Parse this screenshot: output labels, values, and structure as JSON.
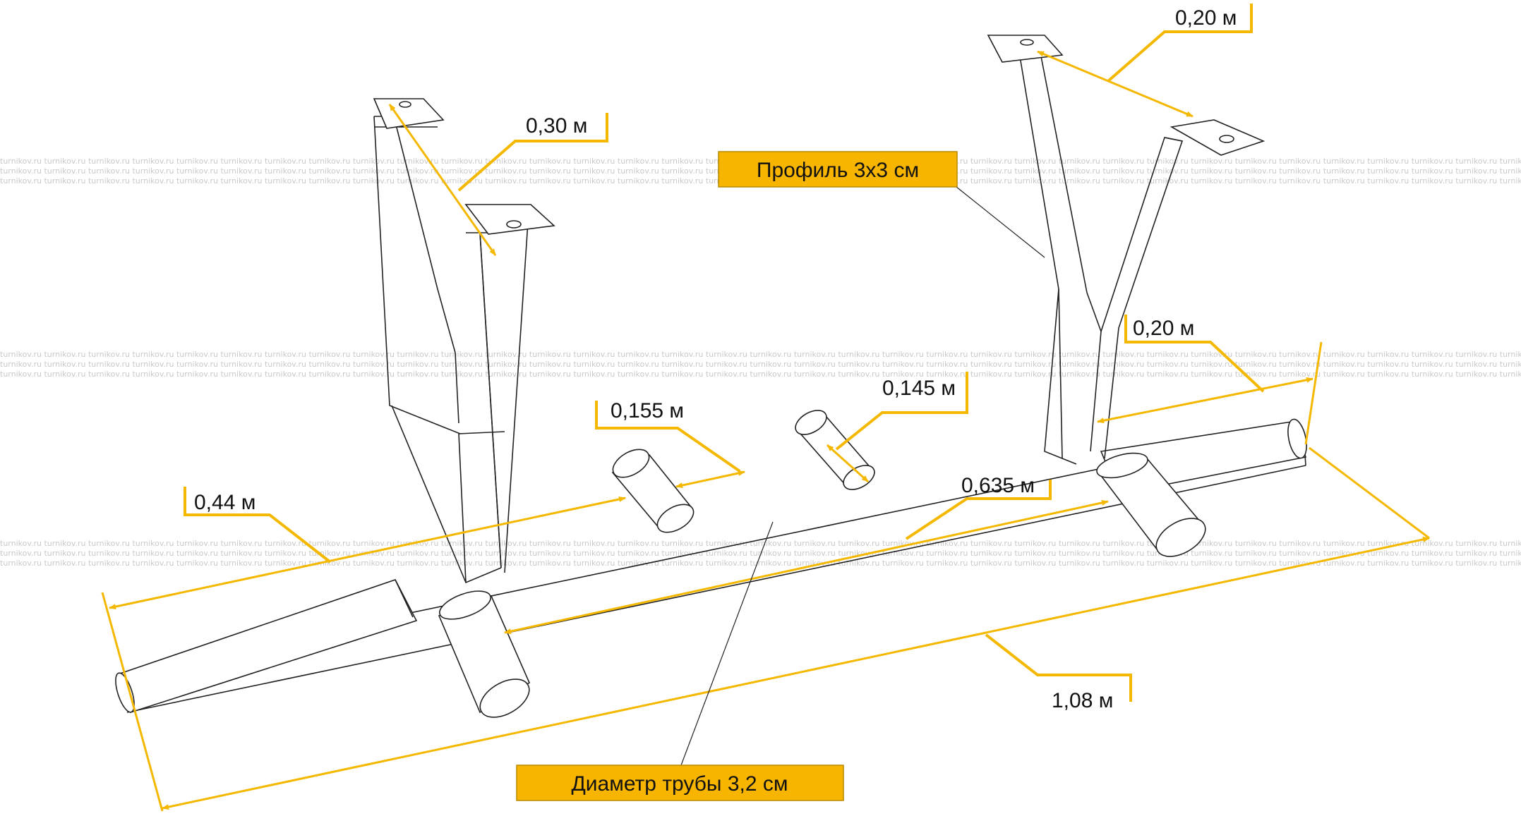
{
  "dimensions": {
    "mount_spacing_left": "0,30 м",
    "mount_spacing_right": "0,20 м",
    "handle_offset": "0,20 м",
    "handle_spacing_short": "0,155 м",
    "handle_spacing_tiny": "0,145 м",
    "grip_length": "0,44 м",
    "handle_spacing_wide": "0,635 м",
    "total_length": "1,08 м"
  },
  "callouts": {
    "profile": "Профиль 3х3 см",
    "pipe": "Диаметр трубы 3,2 см"
  },
  "watermark": {
    "text": "turnikov.ru"
  },
  "colors": {
    "accent": "#f5b800",
    "callout_fill": "#f7b500",
    "line": "#222222",
    "watermark": "#c9c9c9"
  }
}
